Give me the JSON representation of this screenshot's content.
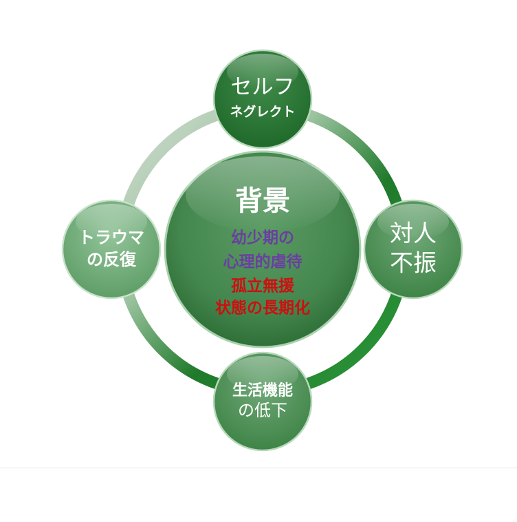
{
  "diagram": {
    "center": {
      "title": "背景",
      "line1": "幼少期の",
      "line2": "心理的虐待",
      "line3": "孤立無援",
      "line4": "状態の長期化"
    },
    "nodes": {
      "top": {
        "line1": "セルフ",
        "line2": "ネグレクト"
      },
      "right": {
        "line1": "対人",
        "line2": "不振"
      },
      "bottom": {
        "line1": "生活機能",
        "line2": "の低下"
      },
      "left": {
        "line1": "トラウマ",
        "line2": "の反復"
      }
    },
    "colors": {
      "center_fill": "#4a8e55",
      "node_fill": "#2f7a3a",
      "ring_dark": "#217a2c",
      "ring_light": "#c9d6c9",
      "purple_text": "#6a3fa0",
      "red_text": "#cc1010"
    }
  }
}
